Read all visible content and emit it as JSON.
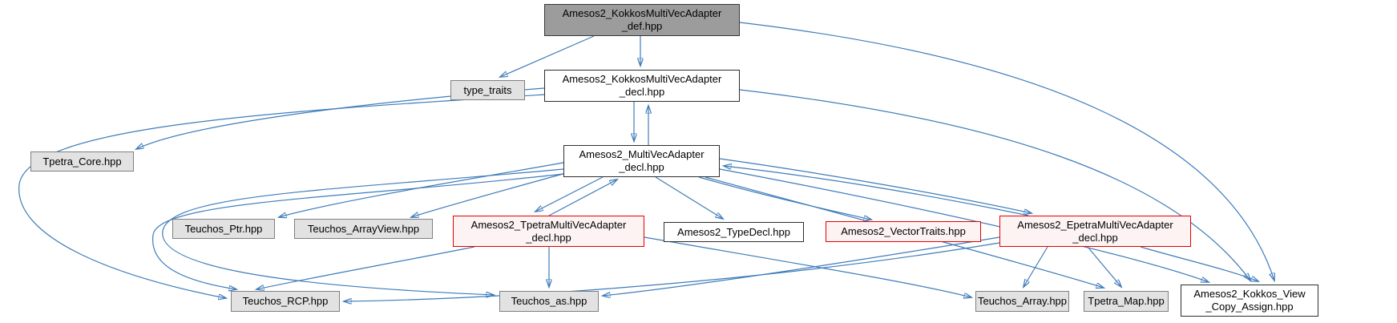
{
  "diagram": {
    "type": "doxygen-include-dependency-graph",
    "colors": {
      "edge": "#3e7cba",
      "arrowhead_fill": "#72a5d8",
      "current_node_fill": "#9c9c9c",
      "plain_node_fill": "#ffffff",
      "external_node_fill": "#e2e2e2",
      "truncated_node_border": "#e60000",
      "truncated_node_fill": "#fdf3f3"
    },
    "nodes": {
      "def_hpp": {
        "label": "Amesos2_KokkosMultiVecAdapter\n_def.hpp",
        "kind": "current"
      },
      "type_traits": {
        "label": "type_traits",
        "kind": "external"
      },
      "kokkos_decl": {
        "label": "Amesos2_KokkosMultiVecAdapter\n_decl.hpp",
        "kind": "plain"
      },
      "tpetra_core": {
        "label": "Tpetra_Core.hpp",
        "kind": "external"
      },
      "multivec_decl": {
        "label": "Amesos2_MultiVecAdapter\n_decl.hpp",
        "kind": "plain"
      },
      "teuchos_ptr": {
        "label": "Teuchos_Ptr.hpp",
        "kind": "external"
      },
      "teuchos_arrayview": {
        "label": "Teuchos_ArrayView.hpp",
        "kind": "external"
      },
      "tpetra_adapter": {
        "label": "Amesos2_TpetraMultiVecAdapter\n_decl.hpp",
        "kind": "truncated"
      },
      "typedecl": {
        "label": "Amesos2_TypeDecl.hpp",
        "kind": "plain"
      },
      "vectortraits": {
        "label": "Amesos2_VectorTraits.hpp",
        "kind": "truncated"
      },
      "epetra_adapter": {
        "label": "Amesos2_EpetraMultiVecAdapter\n_decl.hpp",
        "kind": "truncated"
      },
      "teuchos_rcp": {
        "label": "Teuchos_RCP.hpp",
        "kind": "external"
      },
      "teuchos_as": {
        "label": "Teuchos_as.hpp",
        "kind": "external"
      },
      "teuchos_array": {
        "label": "Teuchos_Array.hpp",
        "kind": "external"
      },
      "tpetra_map": {
        "label": "Tpetra_Map.hpp",
        "kind": "external"
      },
      "copy_assign": {
        "label": "Amesos2_Kokkos_View\n_Copy_Assign.hpp",
        "kind": "plain"
      }
    },
    "edges": [
      {
        "from": "def_hpp",
        "to": "type_traits"
      },
      {
        "from": "def_hpp",
        "to": "kokkos_decl"
      },
      {
        "from": "def_hpp",
        "to": "copy_assign"
      },
      {
        "from": "kokkos_decl",
        "to": "tpetra_core"
      },
      {
        "from": "kokkos_decl",
        "to": "multivec_decl"
      },
      {
        "from": "multivec_decl",
        "to": "kokkos_decl"
      },
      {
        "from": "kokkos_decl",
        "to": "teuchos_rcp"
      },
      {
        "from": "kokkos_decl",
        "to": "copy_assign"
      },
      {
        "from": "multivec_decl",
        "to": "teuchos_ptr"
      },
      {
        "from": "multivec_decl",
        "to": "teuchos_arrayview"
      },
      {
        "from": "multivec_decl",
        "to": "tpetra_adapter"
      },
      {
        "from": "tpetra_adapter",
        "to": "multivec_decl"
      },
      {
        "from": "multivec_decl",
        "to": "typedecl"
      },
      {
        "from": "multivec_decl",
        "to": "vectortraits"
      },
      {
        "from": "multivec_decl",
        "to": "epetra_adapter"
      },
      {
        "from": "epetra_adapter",
        "to": "multivec_decl"
      },
      {
        "from": "multivec_decl",
        "to": "teuchos_rcp"
      },
      {
        "from": "tpetra_adapter",
        "to": "teuchos_rcp"
      },
      {
        "from": "multivec_decl",
        "to": "teuchos_as"
      },
      {
        "from": "tpetra_adapter",
        "to": "teuchos_as"
      },
      {
        "from": "epetra_adapter",
        "to": "teuchos_as"
      },
      {
        "from": "epetra_adapter",
        "to": "teuchos_rcp"
      },
      {
        "from": "multivec_decl",
        "to": "tpetra_map"
      },
      {
        "from": "epetra_adapter",
        "to": "tpetra_map"
      },
      {
        "from": "epetra_adapter",
        "to": "teuchos_array"
      },
      {
        "from": "tpetra_adapter",
        "to": "teuchos_array"
      },
      {
        "from": "epetra_adapter",
        "to": "copy_assign"
      },
      {
        "from": "multivec_decl",
        "to": "copy_assign"
      }
    ]
  }
}
